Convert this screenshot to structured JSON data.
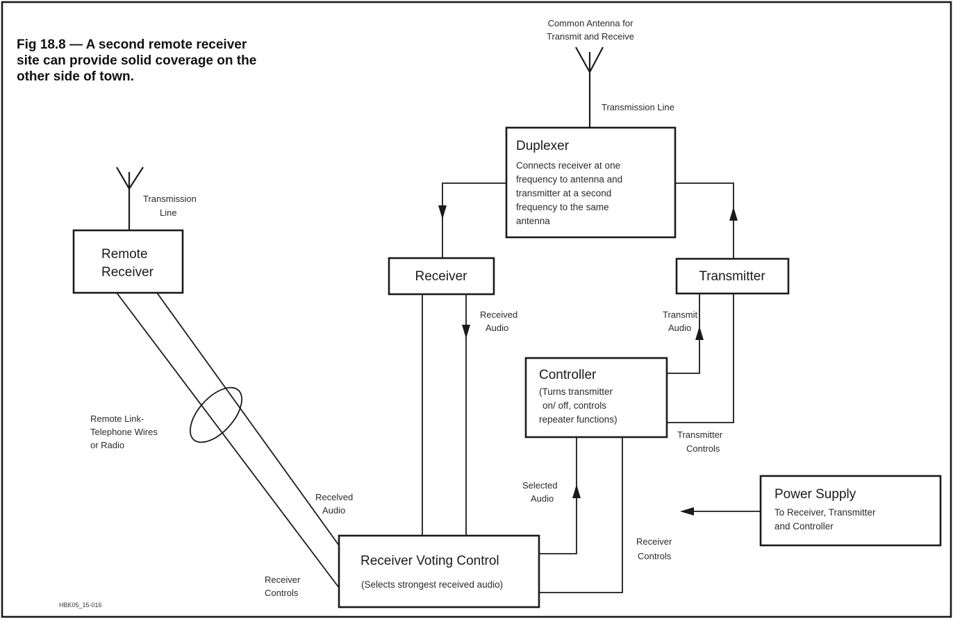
{
  "caption": {
    "lines": [
      "Fig 18.8 — A second remote receiver",
      "site can provide solid coverage on the",
      "other side of town."
    ]
  },
  "labels": {
    "common_antenna": [
      "Common Antenna for",
      "Transmit and Receive"
    ],
    "transmission_line_top": "Transmission Line",
    "transmission_line_remote": [
      "Transmission",
      "Line"
    ],
    "received_audio_mid": [
      "Received",
      "Audio"
    ],
    "transmit_audio": [
      "Transmit",
      "Audio"
    ],
    "transmitter_controls": [
      "Transmitter",
      "Controls"
    ],
    "selected_audio": [
      "Selected",
      "Audio"
    ],
    "receiver_controls_right": [
      "Receiver",
      "Controls"
    ],
    "remote_link": [
      "Remote Link-",
      "Telephone Wires",
      "or Radio"
    ],
    "received_audio_left": [
      "Recelved",
      "Audio"
    ],
    "receiver_controls_left": [
      "Receiver",
      "Controls"
    ],
    "figure_id": "HBK05_15-016"
  },
  "boxes": {
    "duplexer": {
      "title": "Duplexer",
      "desc": [
        "Connects receiver at one",
        "frequency to antenna and",
        "transmitter at a second",
        "frequency to the same",
        "antenna"
      ]
    },
    "remote_receiver": {
      "title": [
        "Remote",
        "Receiver"
      ]
    },
    "receiver": {
      "title": "Receiver"
    },
    "transmitter": {
      "title": "Transmitter"
    },
    "controller": {
      "title": "Controller",
      "desc": [
        "(Turns transmitter",
        "on/ off, controls",
        "repeater functions)"
      ]
    },
    "power_supply": {
      "title": "Power Supply",
      "desc": [
        "To Receiver, Transmitter",
        "and Controller"
      ]
    },
    "voting_control": {
      "title": "Receiver Voting Control",
      "desc": "(Selects strongest received audio)"
    }
  }
}
